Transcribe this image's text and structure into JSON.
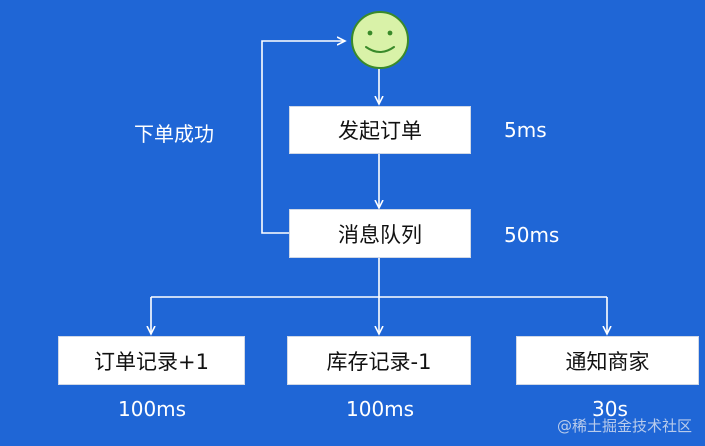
{
  "nodes": {
    "start": "发起订单",
    "queue": "消息队列",
    "order_record": "订单记录+1",
    "stock_record": "库存记录-1",
    "notify_merchant": "通知商家"
  },
  "labels": {
    "success": "下单成功",
    "t_start": "5ms",
    "t_queue": "50ms",
    "t_order": "100ms",
    "t_stock": "100ms",
    "t_notify": "30s"
  },
  "watermark": "@稀土掘金技术社区",
  "colors": {
    "background": "#1f66d6",
    "line": "#ffffff",
    "smiley_face": "#d9f2a8",
    "smiley_outline": "#3a8a2a"
  },
  "icons": {
    "top": "smiley-face-icon"
  }
}
